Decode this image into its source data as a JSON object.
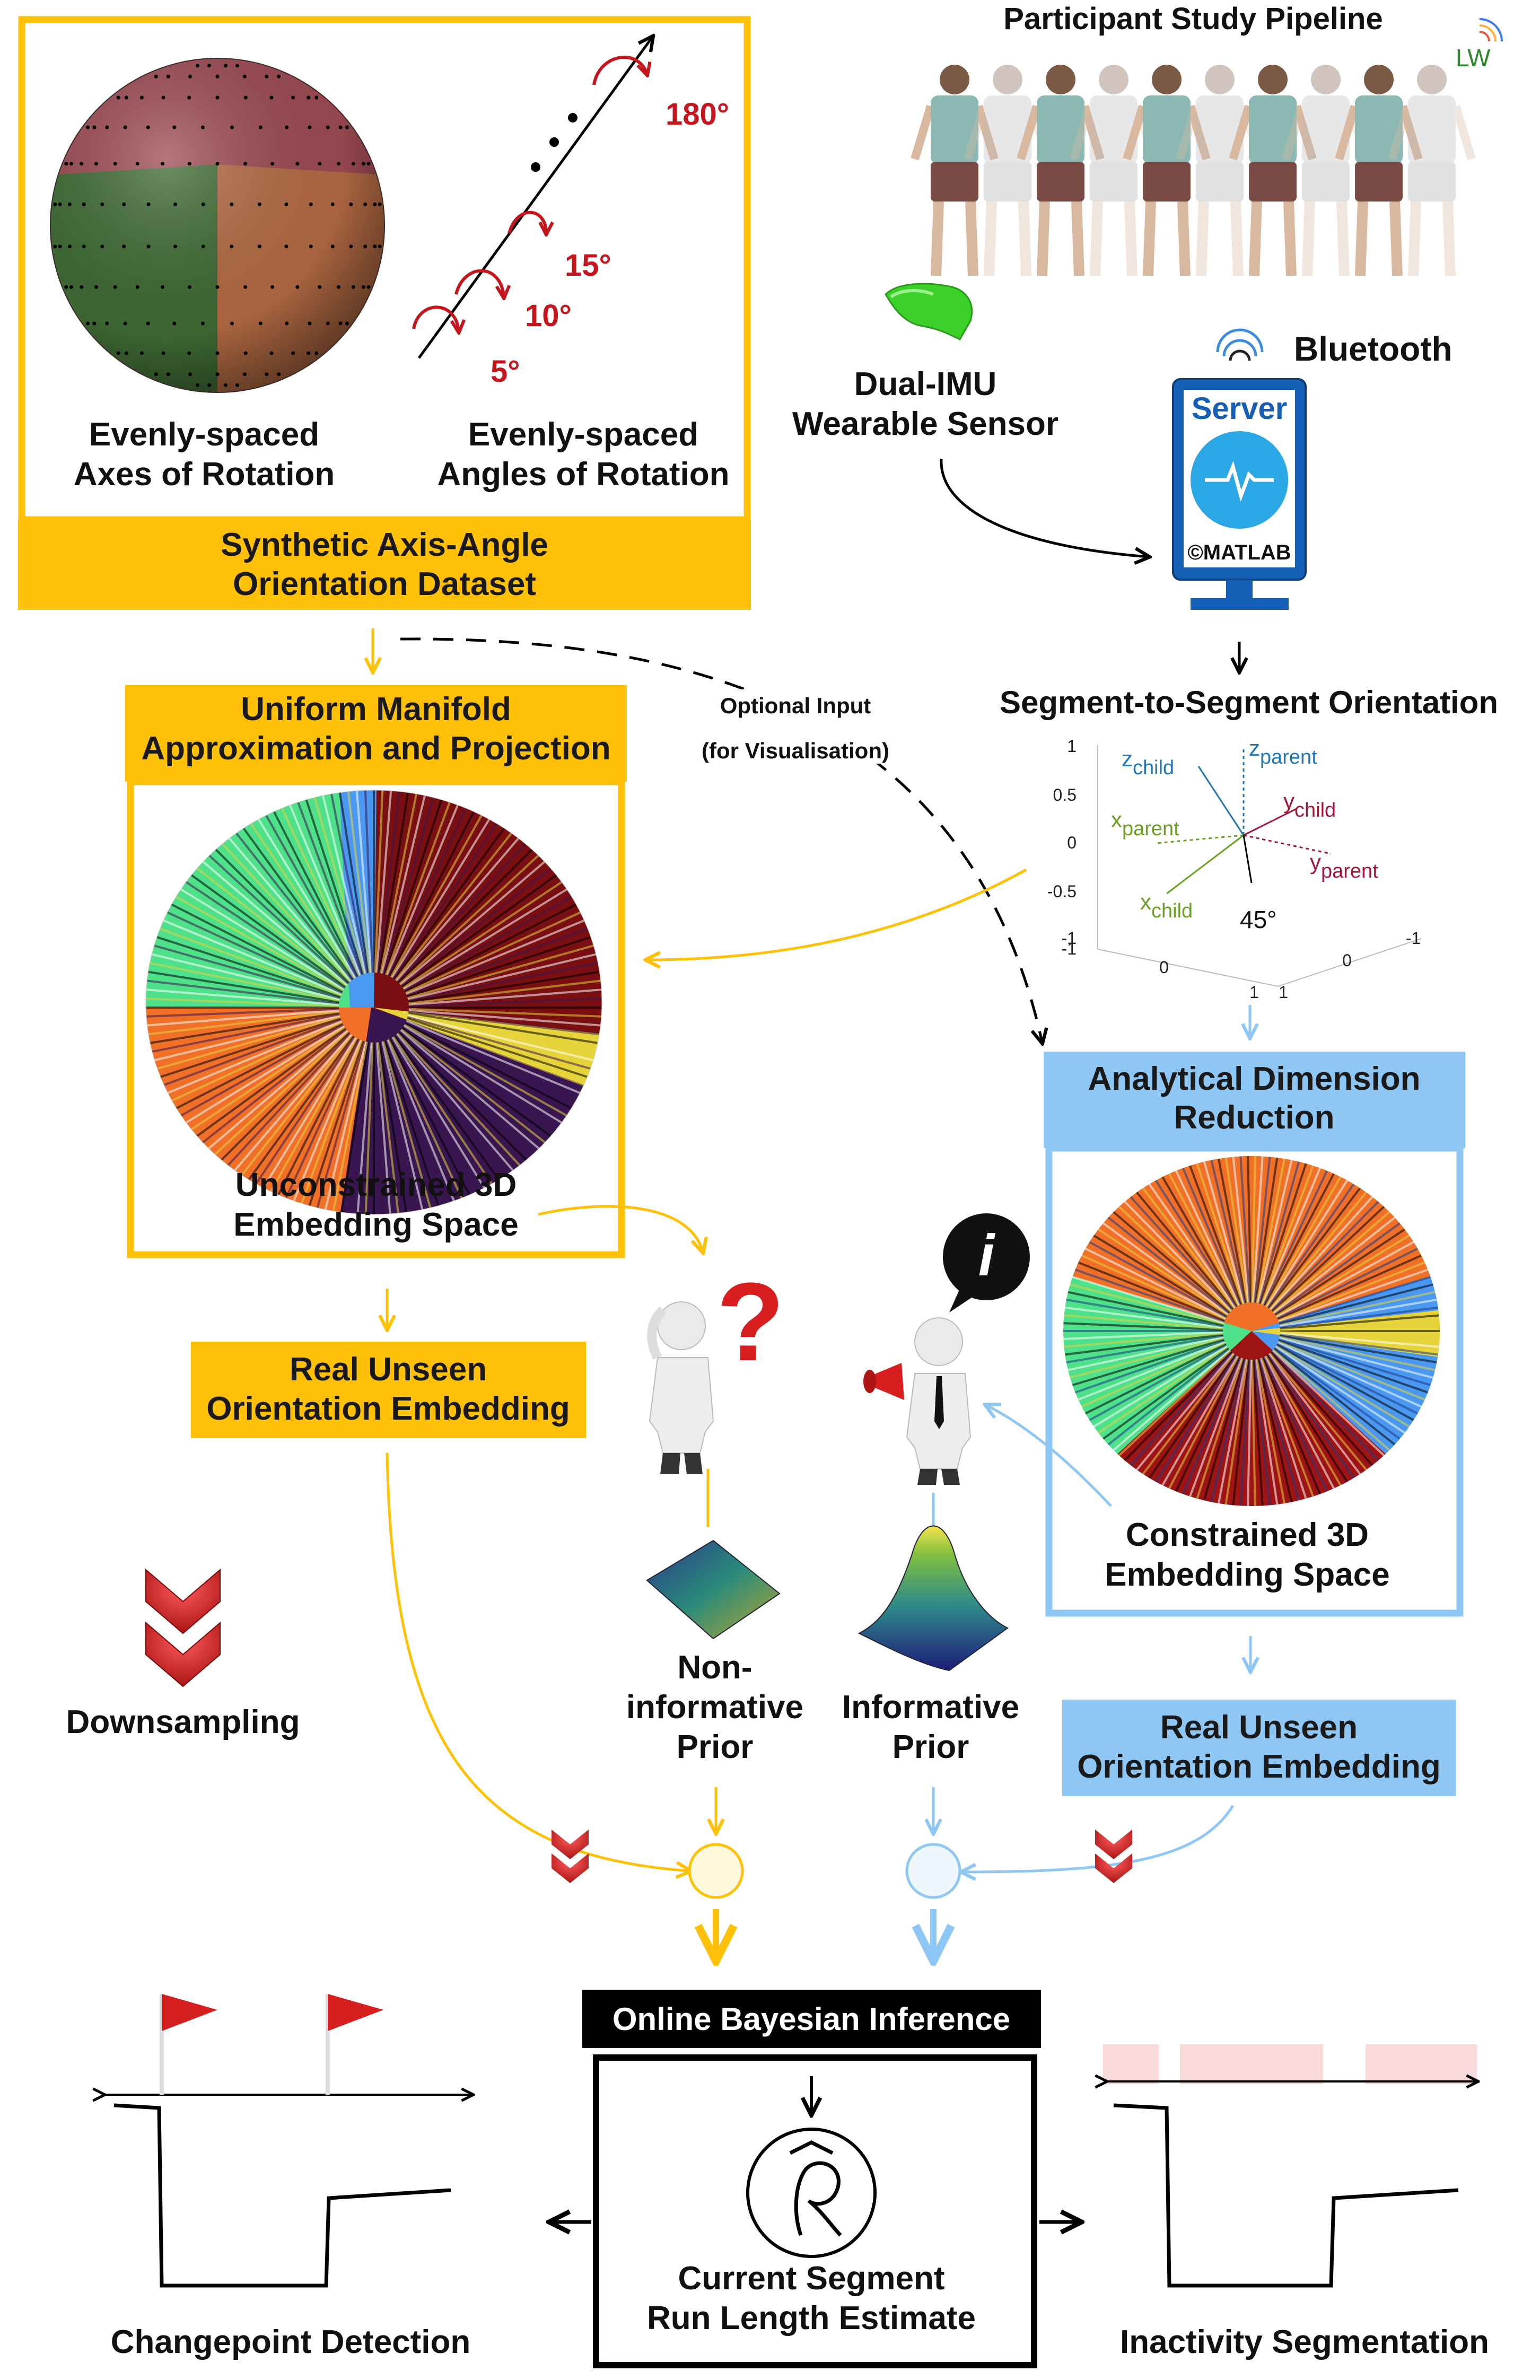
{
  "colors": {
    "yellow": "#ffc107",
    "yellow_fill": "#fff3c4",
    "blue": "#8ec7f4",
    "blue_fill": "#e6f3fd",
    "red": "#c4161c",
    "black": "#000000",
    "flag_red": "#d62020",
    "inactivity_pink": "#f9dada"
  },
  "labels": {
    "synthetic_dataset": [
      "Synthetic Axis-Angle",
      "Orientation Dataset"
    ],
    "axes_rotation": [
      "Evenly-spaced",
      "Axes of Rotation"
    ],
    "angles_rotation": [
      "Evenly-spaced",
      "Angles of Rotation"
    ],
    "angles": [
      "180°",
      "15°",
      "10°",
      "5°"
    ],
    "participant_pipeline": "Participant Study Pipeline",
    "lw_badge": "LW",
    "dual_imu": [
      "Dual-IMU",
      "Wearable Sensor"
    ],
    "bluetooth": "Bluetooth",
    "server": "Server",
    "matlab": "©MATLAB",
    "seg_orientation": "Segment-to-Segment Orientation",
    "umap": [
      "Uniform Manifold",
      "Approximation and Projection"
    ],
    "optional_input": [
      "Optional Input",
      "(for Visualisation)"
    ],
    "unconstrained": [
      "Unconstrained 3D",
      "Embedding Space"
    ],
    "analytical": [
      "Analytical Dimension",
      "Reduction"
    ],
    "constrained": [
      "Constrained 3D",
      "Embedding Space"
    ],
    "real_unseen_left": [
      "Real Unseen",
      "Orientation Embedding"
    ],
    "real_unseen_right": [
      "Real Unseen",
      "Orientation Embedding"
    ],
    "question_mark": "?",
    "info_badge": "i",
    "downsampling": "Downsampling",
    "non_informative": [
      "Non-",
      "informative",
      "Prior"
    ],
    "informative": [
      "Informative",
      "Prior"
    ],
    "online_bayes": "Online Bayesian Inference",
    "run_length": [
      "Current Segment",
      "Run Length Estimate"
    ],
    "changepoint": "Changepoint Detection",
    "inactivity": "Inactivity Segmentation"
  },
  "orientation_plot": {
    "z_ticks": [
      "1",
      "0.5",
      "0",
      "-0.5",
      "-1"
    ],
    "x_ticks": [
      "-1",
      "0",
      "1"
    ],
    "y_ticks": [
      "1",
      "0",
      "-1"
    ],
    "axes": [
      {
        "base": "z",
        "sub": "child",
        "color": "#1f77b4"
      },
      {
        "base": "z",
        "sub": "parent",
        "color": "#1f77b4"
      },
      {
        "base": "y",
        "sub": "child",
        "color": "#a3153b"
      },
      {
        "base": "x",
        "sub": "parent",
        "color": "#6aa121"
      },
      {
        "base": "y",
        "sub": "parent",
        "color": "#a3153b"
      },
      {
        "base": "x",
        "sub": "child",
        "color": "#6aa121"
      }
    ],
    "angle": "45°"
  }
}
